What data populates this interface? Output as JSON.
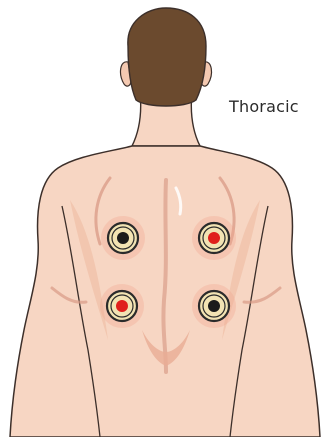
{
  "region_label": "Thoracic",
  "colors": {
    "skin": "#f7d6c3",
    "skin_shade": "#efbfa6",
    "muscle_line": "#d99a86",
    "outline": "#3c2f2a",
    "hair": "#6b4a2e",
    "electrode_pad": "#f2e3b3",
    "electrode_ring": "#2b2b2b",
    "electrode_positive": "#e0201c",
    "electrode_negative": "#1b1b1b",
    "glow": "#f0a58f"
  },
  "electrodes": [
    {
      "name": "electrode-upper-left",
      "polarity": "negative"
    },
    {
      "name": "electrode-upper-right",
      "polarity": "positive"
    },
    {
      "name": "electrode-lower-left",
      "polarity": "positive"
    },
    {
      "name": "electrode-lower-right",
      "polarity": "negative"
    }
  ]
}
